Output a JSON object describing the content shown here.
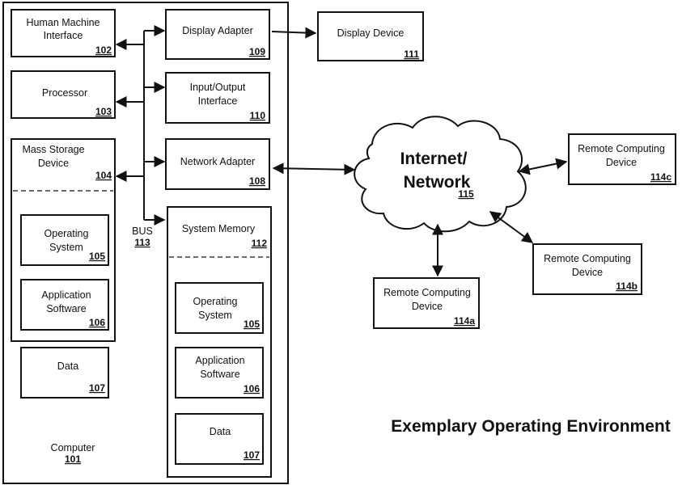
{
  "computer": {
    "label": "Computer",
    "number": "101"
  },
  "hmi": {
    "label1": "Human Machine",
    "label2": "Interface",
    "number": "102"
  },
  "processor": {
    "label": "Processor",
    "number": "103"
  },
  "mass_storage": {
    "label1": "Mass Storage",
    "label2": "Device",
    "number": "104",
    "os": {
      "label1": "Operating",
      "label2": "System",
      "number": "105"
    },
    "app": {
      "label1": "Application",
      "label2": "Software",
      "number": "106"
    },
    "data": {
      "label": "Data",
      "number": "107"
    }
  },
  "bus": {
    "label": "BUS",
    "number": "113"
  },
  "display_adapter": {
    "label": "Display Adapter",
    "number": "109"
  },
  "io_interface": {
    "label1": "Input/Output",
    "label2": "Interface",
    "number": "110"
  },
  "network_adapter": {
    "label": "Network Adapter",
    "number": "108"
  },
  "system_memory": {
    "label": "System Memory",
    "number": "112",
    "os": {
      "label1": "Operating",
      "label2": "System",
      "number": "105"
    },
    "app": {
      "label1": "Application",
      "label2": "Software",
      "number": "106"
    },
    "data": {
      "label": "Data",
      "number": "107"
    }
  },
  "display_device": {
    "label": "Display Device",
    "number": "111"
  },
  "network": {
    "label1": "Internet/",
    "label2": "Network",
    "number": "115"
  },
  "remote_a": {
    "label1": "Remote Computing",
    "label2": "Device",
    "number": "114a"
  },
  "remote_b": {
    "label1": "Remote Computing",
    "label2": "Device",
    "number": "114b"
  },
  "remote_c": {
    "label1": "Remote Computing",
    "label2": "Device",
    "number": "114c"
  },
  "caption": "Exemplary Operating Environment"
}
